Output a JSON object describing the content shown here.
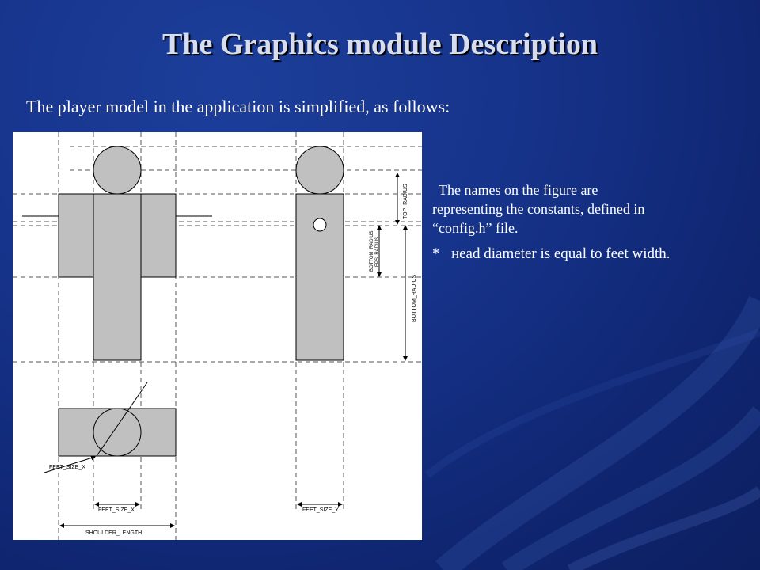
{
  "slide": {
    "title": "The Graphics module Description",
    "subtitle": "The player model in the application is simplified, as follows:"
  },
  "note": {
    "line1": "The names on the figure are",
    "line2": "representing the constants, defined in",
    "line3": "“config.h” file.",
    "bullet": "*",
    "head_letter": "H",
    "head_rest": "ead diameter is equal to feet width."
  },
  "figure": {
    "labels": {
      "top_radius": "TOP_RADIUS",
      "bottom_radius": "BOTTOM_RADIUS",
      "bottom_radius_side": "BOTTOM_RADIUS",
      "bottom_radius_side2": "EPS_RADIUS",
      "feet_size_x_left": "FEET_SIZE_X",
      "feet_size_x_bottom": "FEET_SIZE_X",
      "feet_size_y": "FEET_SIZE_Y",
      "shoulder_length": "SHOULDER_LENGTH"
    },
    "colors": {
      "fill": "#c0c0c0",
      "stroke": "#000000",
      "dash": "#555555"
    }
  },
  "theme": {
    "background": "#16338a",
    "title_color": "#d8ddee",
    "text_color": "#ffffff"
  }
}
